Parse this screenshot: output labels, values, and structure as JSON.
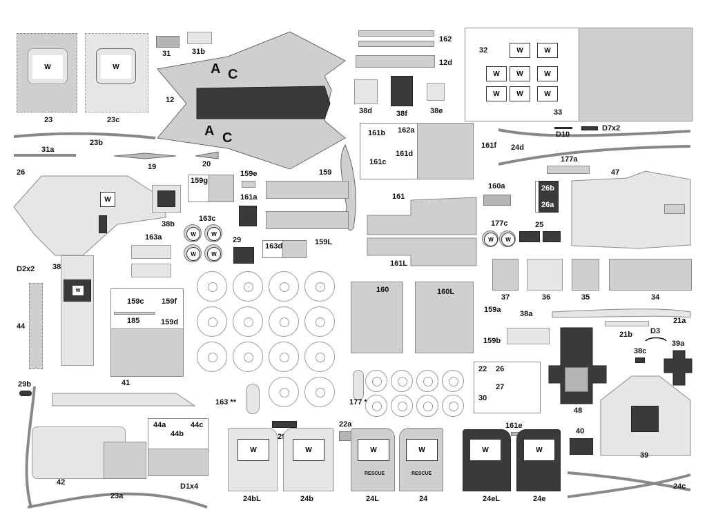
{
  "sheet": {
    "labels": {
      "p23": "23",
      "p23c": "23c",
      "p31": "31",
      "p31b": "31b",
      "p12": "12",
      "p23b": "23b",
      "p31a": "31a",
      "p19": "19",
      "p20": "20",
      "p162": "162",
      "p12d": "12d",
      "p38d": "38d",
      "p38f": "38f",
      "p38e": "38e",
      "p32": "32",
      "p33": "33",
      "p161b": "161b",
      "p162a": "162a",
      "p161d": "161d",
      "p161c": "161c",
      "p161f": "161f",
      "p24d": "24d",
      "p177a": "177a",
      "pD10": "D10",
      "pD7x2": "D7x2",
      "p26": "26",
      "p38b": "38b",
      "p159g": "159g",
      "p159e": "159e",
      "p159": "159",
      "p161a": "161a",
      "p163c": "163c",
      "p161": "161",
      "p160a": "160a",
      "p26b": "26b",
      "p26a": "26a",
      "p47": "47",
      "p163a": "163a",
      "p29": "29",
      "p163d": "163d",
      "p159L": "159L",
      "p177c": "177c",
      "p25": "25",
      "p161L": "161L",
      "pD2x2": "D2x2",
      "p38": "38",
      "p37": "37",
      "p36": "36",
      "p35": "35",
      "p34": "34",
      "p44": "44",
      "p159c": "159c",
      "p159f": "159f",
      "p185": "185",
      "p159d": "159d",
      "p160": "160",
      "p160L": "160L",
      "p159a": "159a",
      "p38a": "38a",
      "p21a": "21a",
      "p21b": "21b",
      "pD3": "D3",
      "p39a": "39a",
      "p159b": "159b",
      "p38c": "38c",
      "p41": "41",
      "p29b": "29b",
      "p163s": "163 **",
      "p177s": "177\n**",
      "p22": "22",
      "p26s": "26",
      "p27": "27",
      "p30": "30",
      "p48": "48",
      "p44a": "44a",
      "p44c": "44c",
      "p44b": "44b",
      "p29a": "29a",
      "p22a": "22a",
      "p161e": "161e",
      "p40": "40",
      "p39": "39",
      "p42": "42",
      "pD1x4": "D1x4",
      "p23a": "23a",
      "p24bL": "24bL",
      "p24b": "24b",
      "p24L": "24L",
      "p24": "24",
      "p24eL": "24eL",
      "p24e": "24e",
      "p24c": "24c"
    },
    "window_mark": "W",
    "fuselage_letters": [
      "A",
      "C"
    ],
    "rescue_text": "RESCUE",
    "colors": {
      "paper": "#ffffff",
      "light_grey": "#e6e6e6",
      "mid_grey": "#cfcfcf",
      "dark_grey": "#3a3a3a",
      "outline": "#666666"
    }
  }
}
